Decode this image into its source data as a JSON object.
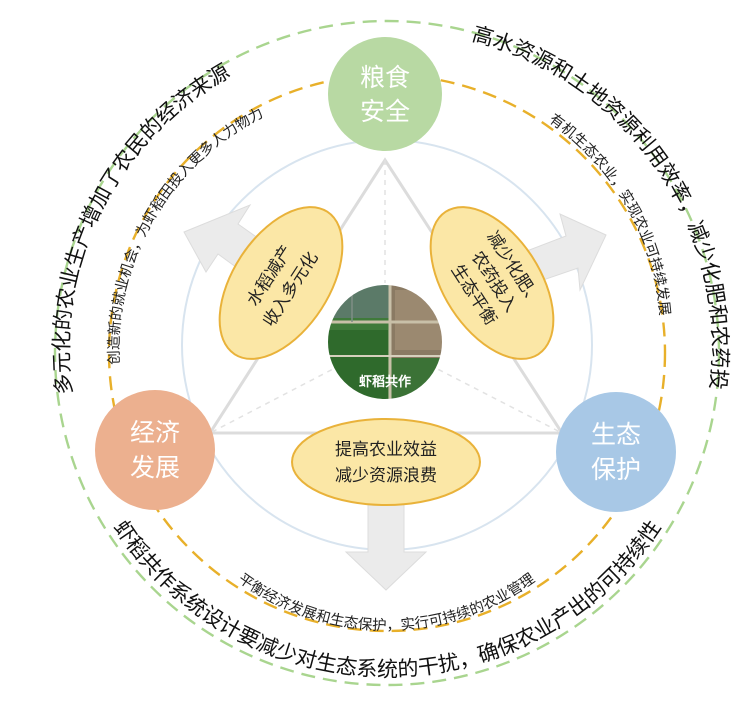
{
  "center": {
    "label": "虾稻共作"
  },
  "nodes": {
    "top": {
      "line1": "粮食",
      "line2": "安全",
      "color": "#b8d9a3"
    },
    "left": {
      "line1": "经济",
      "line2": "发展",
      "color": "#ecb08f"
    },
    "right": {
      "line1": "生态",
      "line2": "保护",
      "color": "#a8c8e6"
    }
  },
  "benefits": {
    "left": {
      "line1": "水稻减产",
      "line2": "收入多元化"
    },
    "right": {
      "line1": "减少化肥、",
      "line2": "农药投入",
      "line3": "生态平衡"
    },
    "bottom": {
      "line1": "提高农业效益",
      "line2": "减少资源浪费"
    }
  },
  "outer_ring": {
    "left_arc": "多元化的农业生产增加了农民的经济来源",
    "right_arc": "提高水资源和土地资源利用效率，减少化肥和农药投入",
    "bottom_arc": "虾稻共作系统设计要减少对生态系统的干扰，确保农业产出的可持续性"
  },
  "inner_ring": {
    "left_arc": "创造新的就业机会，为虾稻田投入更多人力物力",
    "right_arc": "有机生态农业，实现农业可持续发展",
    "bottom_arc": "平衡经济发展和生态保护，实行可持续的农业管理"
  },
  "colors": {
    "outer_dash": "#a9d58f",
    "inner_dash": "#e8b02a",
    "triangle": "#dcdcdc",
    "arrow_fill": "#ebebeb",
    "benefit_fill": "#fbe7a6",
    "benefit_stroke": "#e9b23a"
  }
}
